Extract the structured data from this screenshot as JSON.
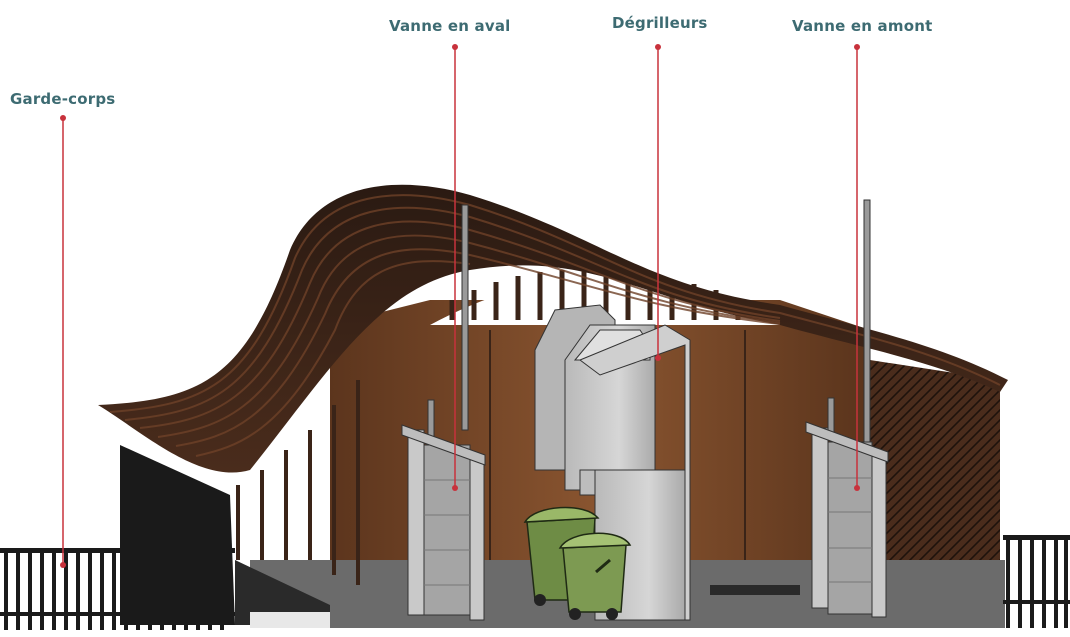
{
  "labels": {
    "garde_corps": "Garde-corps",
    "vanne_aval": "Vanne en aval",
    "degrilleurs": "Dégrilleurs",
    "vanne_amont": "Vanne en amont"
  },
  "colors": {
    "label_text": "#3d6b72",
    "leader_line": "#c8323c",
    "roof": "#3a2418",
    "wall": "#7a4a2a",
    "floor": "#6a6a6a",
    "concrete": "#c8c8c8",
    "bin": "#7d9a52"
  }
}
